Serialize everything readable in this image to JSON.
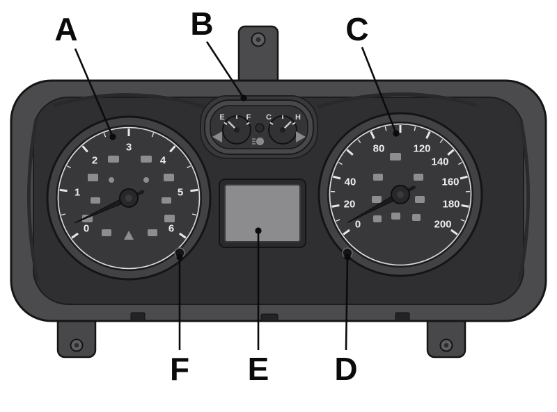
{
  "callouts": {
    "a": "A",
    "b": "B",
    "c": "C",
    "d": "D",
    "e": "E",
    "f": "F"
  },
  "tachometer": {
    "ticks": [
      "0",
      "1",
      "2",
      "3",
      "4",
      "5",
      "6"
    ]
  },
  "speedometer": {
    "ticks": [
      "0",
      "20",
      "40",
      "80",
      "120",
      "140",
      "160",
      "180",
      "200"
    ]
  },
  "center_gauges": {
    "fuel_empty": "E",
    "fuel_full": "F",
    "temp_cold": "C",
    "temp_hot": "H"
  },
  "colors": {
    "housing": "#4b4b4d",
    "bezel": "#2f2f31",
    "face": "#38383a",
    "tick": "#e8e8ea",
    "callout": "#0b0b0c"
  }
}
